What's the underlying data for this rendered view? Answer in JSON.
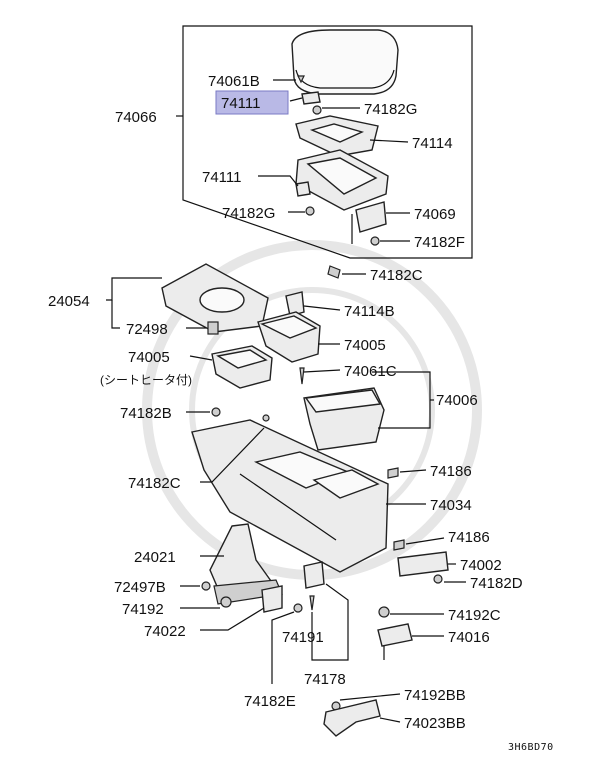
{
  "diagram_code": "3H6BD70",
  "parts": {
    "p74061B": "74061B",
    "p74111_highlight": "74111",
    "p74182G_top": "74182G",
    "p74066": "74066",
    "p74114": "74114",
    "p74111": "74111",
    "p74182G_mid": "74182G",
    "p74069": "74069",
    "p74182F": "74182F",
    "p74182C_top": "74182C",
    "p24054": "24054",
    "p74114B": "74114B",
    "p72498": "72498",
    "p74005_right": "74005",
    "p74005_left": "74005",
    "p74005_note": "(シートヒータ付)",
    "p74061C": "74061C",
    "p74006": "74006",
    "p74182B": "74182B",
    "p74186_top": "74186",
    "p74182C_mid": "74182C",
    "p74034": "74034",
    "p74186_bottom": "74186",
    "p24021": "24021",
    "p74002": "74002",
    "p72497B": "72497B",
    "p74182D": "74182D",
    "p74192": "74192",
    "p74192C": "74192C",
    "p74022": "74022",
    "p74191": "74191",
    "p74016": "74016",
    "p74178": "74178",
    "p74182E": "74182E",
    "p74192BB": "74192BB",
    "p74023BB": "74023BB"
  },
  "colors": {
    "highlight_fill": "#b9b9e6",
    "highlight_border": "#7a7ac4"
  }
}
